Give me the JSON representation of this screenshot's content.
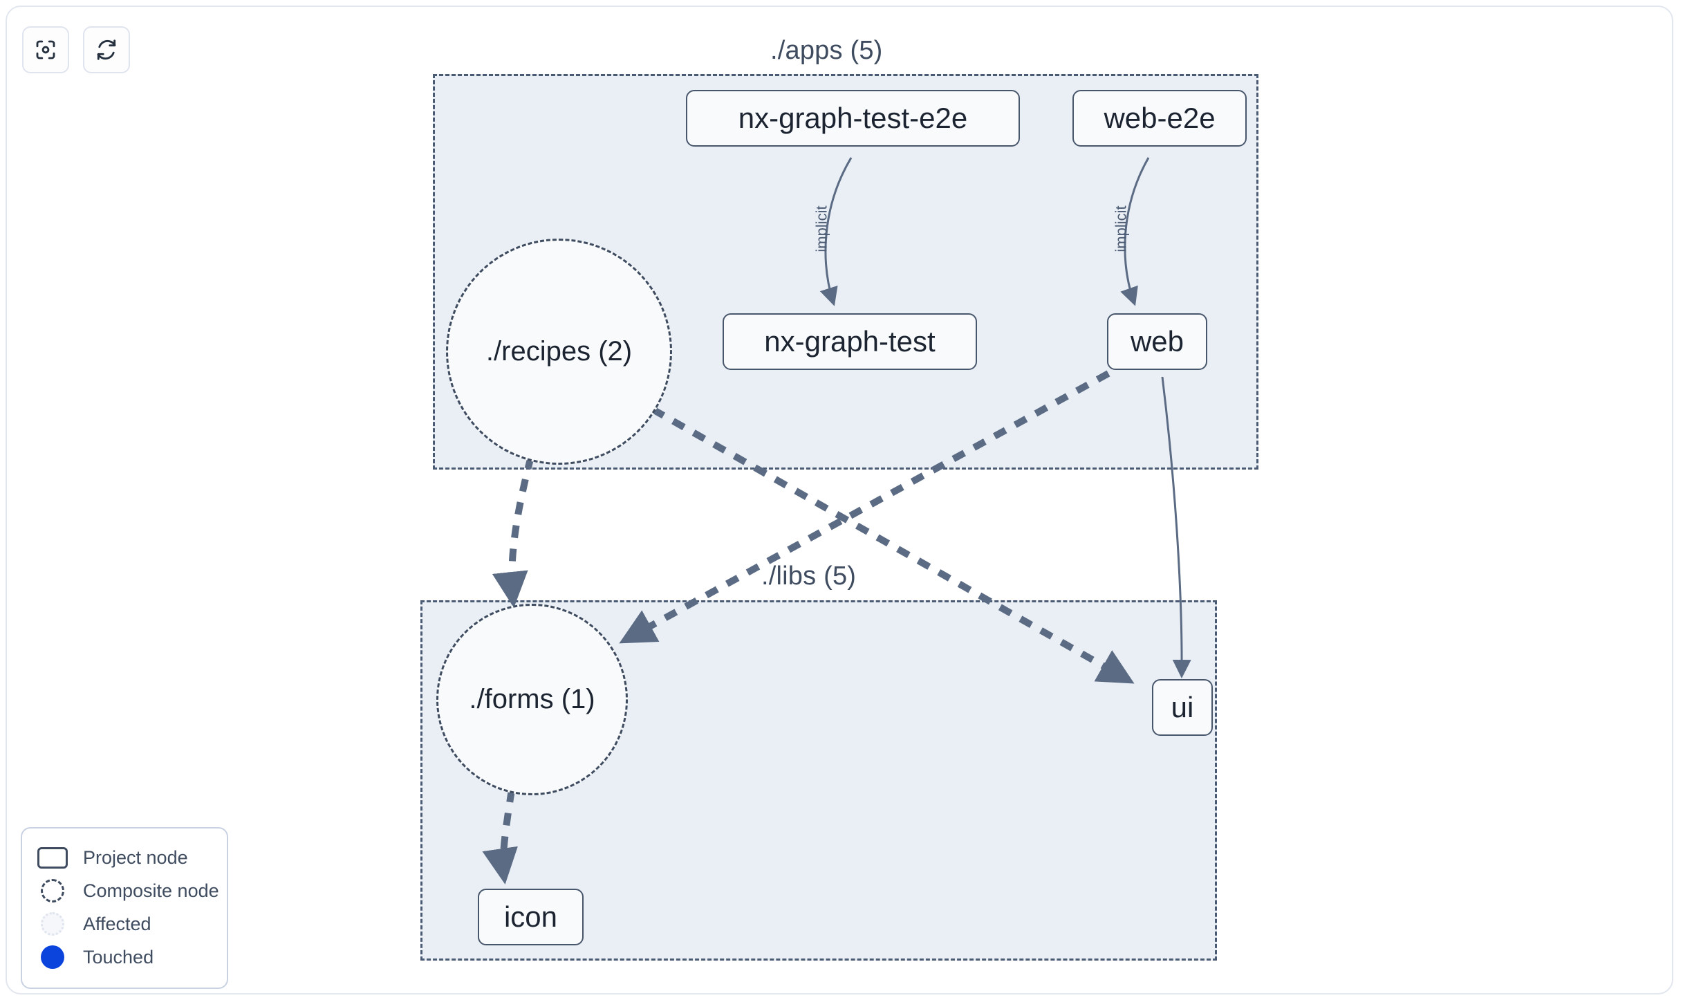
{
  "toolbar": {
    "buttons": [
      {
        "name": "focus-graph-button",
        "icon": "focus-target-icon"
      },
      {
        "name": "refresh-graph-button",
        "icon": "refresh-icon"
      }
    ]
  },
  "graph": {
    "groups": [
      {
        "id": "apps",
        "label": "./apps (5)"
      },
      {
        "id": "libs",
        "label": "./libs (5)"
      }
    ],
    "nodes": [
      {
        "id": "nx-graph-test-e2e",
        "label": "nx-graph-test-e2e",
        "shape": "rect",
        "group": "apps"
      },
      {
        "id": "web-e2e",
        "label": "web-e2e",
        "shape": "rect",
        "group": "apps"
      },
      {
        "id": "recipes",
        "label": "./recipes (2)",
        "shape": "circle",
        "group": "apps"
      },
      {
        "id": "nx-graph-test",
        "label": "nx-graph-test",
        "shape": "rect",
        "group": "apps"
      },
      {
        "id": "web",
        "label": "web",
        "shape": "rect",
        "group": "apps"
      },
      {
        "id": "forms",
        "label": "./forms (1)",
        "shape": "circle",
        "group": "libs"
      },
      {
        "id": "ui",
        "label": "ui",
        "shape": "rect",
        "group": "libs"
      },
      {
        "id": "icon",
        "label": "icon",
        "shape": "rect",
        "group": "libs"
      }
    ],
    "edges": [
      {
        "from": "nx-graph-test-e2e",
        "to": "nx-graph-test",
        "label": "implicit",
        "style": "solid"
      },
      {
        "from": "web-e2e",
        "to": "web",
        "label": "implicit",
        "style": "solid"
      },
      {
        "from": "web",
        "to": "ui",
        "label": "",
        "style": "solid"
      },
      {
        "from": "recipes",
        "to": "forms",
        "label": "",
        "style": "dashed"
      },
      {
        "from": "recipes",
        "to": "ui",
        "label": "",
        "style": "dashed"
      },
      {
        "from": "web",
        "to": "forms",
        "label": "",
        "style": "dashed"
      },
      {
        "from": "forms",
        "to": "icon",
        "label": "",
        "style": "dashed"
      }
    ]
  },
  "legend": {
    "items": [
      {
        "marker": "project-node-swatch",
        "label": "Project node"
      },
      {
        "marker": "composite-node-swatch",
        "label": "Composite node"
      },
      {
        "marker": "affected-swatch",
        "label": "Affected"
      },
      {
        "marker": "touched-swatch",
        "label": "Touched"
      }
    ]
  },
  "colors": {
    "group_fill": "#eaeff5",
    "group_border": "#4a5a72",
    "node_fill": "#f8fafc",
    "node_border": "#48566c",
    "edge": "#5b6b84",
    "text": "#1c2431",
    "touched": "#0b44dd"
  }
}
